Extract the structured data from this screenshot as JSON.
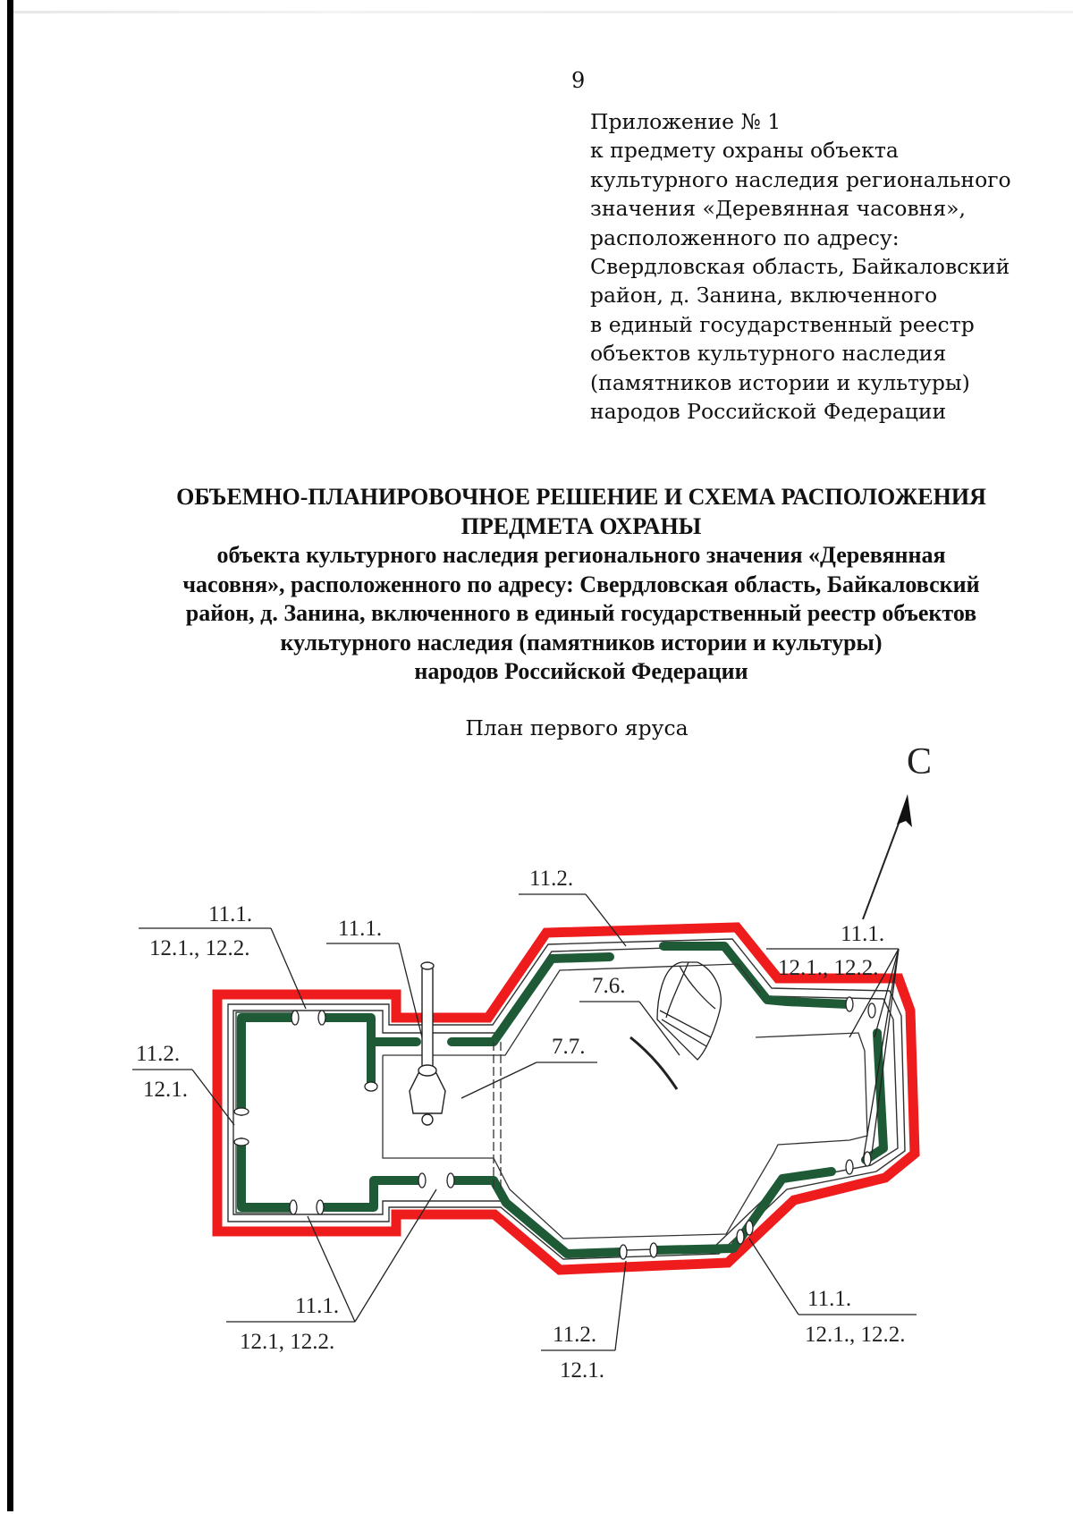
{
  "page": {
    "number": "9"
  },
  "appendix": {
    "lines": [
      "Приложение № 1",
      "к предмету охраны объекта",
      "культурного наследия регионального",
      "значения «Деревянная часовня»,",
      "расположенного по адресу:",
      "Свердловская область, Байкаловский",
      "район, д. Занина, включенного",
      "в единый государственный реестр",
      "объектов культурного наследия",
      "(памятников истории и культуры)",
      "народов Российской Федерации"
    ]
  },
  "title": {
    "lines": [
      "ОБЪЕМНО-ПЛАНИРОВОЧНОЕ РЕШЕНИЕ И СХЕМА РАСПОЛОЖЕНИЯ",
      "ПРЕДМЕТА ОХРАНЫ",
      "объекта культурного наследия регионального значения «Деревянная",
      "часовня», расположенного по адресу: Свердловская область, Байкаловский",
      "район, д. Занина, включенного в единый государственный реестр объектов",
      "культурного наследия (памятников истории и культуры)",
      "народов Российской Федерации"
    ]
  },
  "plan": {
    "caption": "План первого яруса",
    "north_label": "С",
    "colors": {
      "boundary": "#ee1c1c",
      "walls": "#1f5a37",
      "lines": "#222222"
    },
    "callouts": [
      {
        "id": "top-left",
        "top": "11.1.",
        "bottom": "12.1., 12.2."
      },
      {
        "id": "top-center-left",
        "top": "11.1.",
        "bottom": ""
      },
      {
        "id": "left",
        "top": "11.2.",
        "bottom": "12.1."
      },
      {
        "id": "top-center",
        "top": "11.2.",
        "bottom": ""
      },
      {
        "id": "center-7-6",
        "top": "7.6.",
        "bottom": ""
      },
      {
        "id": "center-7-7",
        "top": "7.7.",
        "bottom": ""
      },
      {
        "id": "right",
        "top": "11.1.",
        "bottom": "12.1., 12.2."
      },
      {
        "id": "bottom-left",
        "top": "11.1.",
        "bottom": "12.1, 12.2."
      },
      {
        "id": "bottom-center",
        "top": "11.2.",
        "bottom": "12.1."
      },
      {
        "id": "bottom-right",
        "top": "11.1.",
        "bottom": "12.1., 12.2."
      }
    ]
  }
}
